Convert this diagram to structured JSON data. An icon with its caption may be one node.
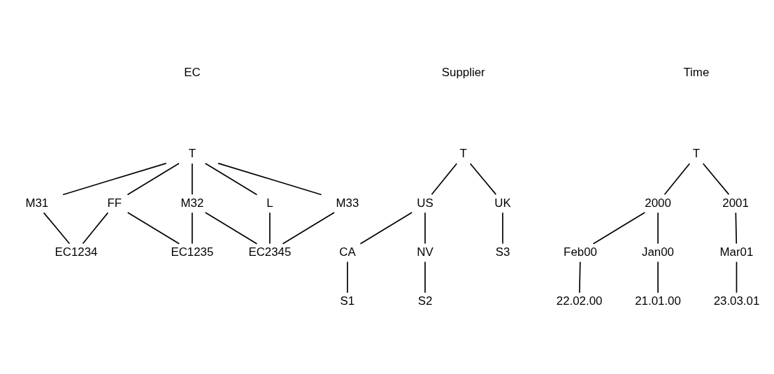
{
  "diagram": {
    "nodes": [
      {
        "text": [
          "T"
        ]
      },
      {
        "text": [
          "FF"
        ]
      },
      {
        "text": [
          "L"
        ]
      },
      {
        "text": [
          "M31"
        ]
      },
      {
        "text": [
          "M32"
        ]
      },
      {
        "text": [
          "M33"
        ]
      },
      {
        "text": [
          "EC1234"
        ]
      },
      {
        "text": [
          "EC1235"
        ]
      },
      {
        "text": [
          "EC2345"
        ]
      },
      {
        "text": [
          "T"
        ]
      },
      {
        "text": [
          "US"
        ]
      },
      {
        "text": [
          "UK"
        ]
      },
      {
        "text": [
          "CA"
        ]
      },
      {
        "text": [
          "NV"
        ]
      },
      {
        "text": [
          "S1"
        ]
      },
      {
        "text": [
          "S2"
        ]
      },
      {
        "text": [
          "S3"
        ]
      },
      {
        "text": [
          "T"
        ]
      },
      {
        "text": [
          "2000"
        ]
      },
      {
        "text": [
          "2001"
        ]
      },
      {
        "text": [
          "Feb00"
        ]
      },
      {
        "text": [
          "Jan00"
        ]
      },
      {
        "text": [
          "Mar01"
        ]
      },
      {
        "text": [
          "22.02.00"
        ]
      },
      {
        "text": [
          "21.01.00"
        ]
      },
      {
        "text": [
          "23.03.01"
        ]
      }
    ],
    "edges": [
      {
        "from": 0,
        "to": 1,
        "arrow": "none"
      },
      {
        "from": 0,
        "to": 2,
        "arrow": "none"
      },
      {
        "from": 0,
        "to": 3,
        "arrow": "none"
      },
      {
        "from": 0,
        "to": 4,
        "arrow": "none"
      },
      {
        "from": 0,
        "to": 5,
        "arrow": "none"
      },
      {
        "from": 1,
        "to": 6,
        "arrow": "none"
      },
      {
        "from": 1,
        "to": 7,
        "arrow": "none"
      },
      {
        "from": 2,
        "to": 8,
        "arrow": "none"
      },
      {
        "from": 3,
        "to": 6,
        "arrow": "none"
      },
      {
        "from": 4,
        "to": 7,
        "arrow": "none"
      },
      {
        "from": 4,
        "to": 8,
        "arrow": "none"
      },
      {
        "from": 5,
        "to": 8,
        "arrow": "none"
      },
      {
        "from": 9,
        "to": 10,
        "arrow": "none"
      },
      {
        "from": 9,
        "to": 11,
        "arrow": "none"
      },
      {
        "from": 10,
        "to": 12,
        "arrow": "none"
      },
      {
        "from": 10,
        "to": 13,
        "arrow": "none"
      },
      {
        "from": 12,
        "to": 14,
        "arrow": "none"
      },
      {
        "from": 13,
        "to": 15,
        "arrow": "none"
      },
      {
        "from": 11,
        "to": 16,
        "arrow": "none"
      },
      {
        "from": 17,
        "to": 18,
        "arrow": "none"
      },
      {
        "from": 17,
        "to": 19,
        "arrow": "none"
      },
      {
        "from": 18,
        "to": 20,
        "arrow": "none"
      },
      {
        "from": 18,
        "to": 21,
        "arrow": "none"
      },
      {
        "from": 19,
        "to": 22,
        "arrow": "none"
      },
      {
        "from": 20,
        "to": 23,
        "arrow": "none"
      },
      {
        "from": 21,
        "to": 24,
        "arrow": "none"
      },
      {
        "from": 22,
        "to": 25,
        "arrow": "none"
      }
    ],
    "labels": [
      "EC",
      "Supplier",
      "Time"
    ]
  }
}
